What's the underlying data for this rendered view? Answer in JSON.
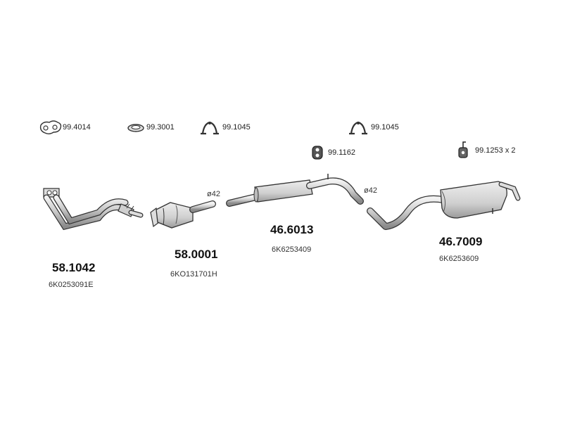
{
  "accessories": [
    {
      "id": "acc-1",
      "icon": "gasket-icon",
      "label": "99.4014"
    },
    {
      "id": "acc-2",
      "icon": "ring-gasket-icon",
      "label": "99.3001"
    },
    {
      "id": "acc-3",
      "icon": "clamp-icon",
      "label": "99.1045"
    },
    {
      "id": "acc-4",
      "icon": "clamp-icon",
      "label": "99.1045"
    },
    {
      "id": "acc-5",
      "icon": "rubber-mount-icon",
      "label": "99.1162"
    },
    {
      "id": "acc-6",
      "icon": "hanger-icon",
      "label": "99.1253 x 2"
    }
  ],
  "parts": [
    {
      "id": "front-pipe",
      "number": "58.1042",
      "oem": "6K0253091E"
    },
    {
      "id": "catalyst",
      "number": "58.0001",
      "oem": "6KO131701H",
      "diameter": "ø42"
    },
    {
      "id": "middle-silencer",
      "number": "46.6013",
      "oem": "6K6253409",
      "diameter": "ø42"
    },
    {
      "id": "rear-silencer",
      "number": "46.7009",
      "oem": "6K6253609"
    }
  ],
  "colors": {
    "line": "#333333",
    "fill": "#d9d9d9",
    "shade": "#bdbdbd"
  }
}
